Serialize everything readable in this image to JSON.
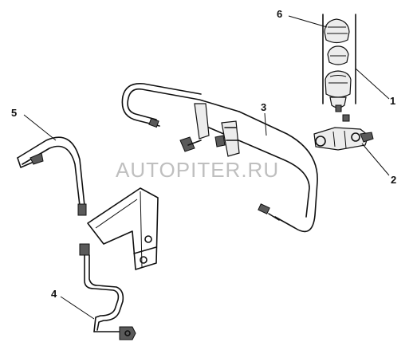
{
  "watermark": "AUTOPITER.RU",
  "callouts": {
    "c1": "1",
    "c2": "2",
    "c3": "3",
    "c4": "4",
    "c5": "5",
    "c6": "6"
  }
}
